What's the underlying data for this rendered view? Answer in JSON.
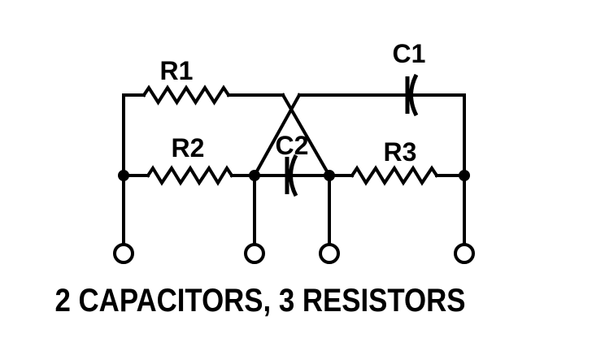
{
  "page": {
    "background_color": "#ffffff",
    "ink_color": "#000000"
  },
  "schematic": {
    "caption": "2 CAPACITORS, 3 RESISTORS",
    "components": {
      "r1": {
        "label": "R1",
        "type": "resistor"
      },
      "r2": {
        "label": "R2",
        "type": "resistor"
      },
      "r3": {
        "label": "R3",
        "type": "resistor"
      },
      "c1": {
        "label": "C1",
        "type": "capacitor"
      },
      "c2": {
        "label": "C2",
        "type": "capacitor"
      }
    }
  }
}
